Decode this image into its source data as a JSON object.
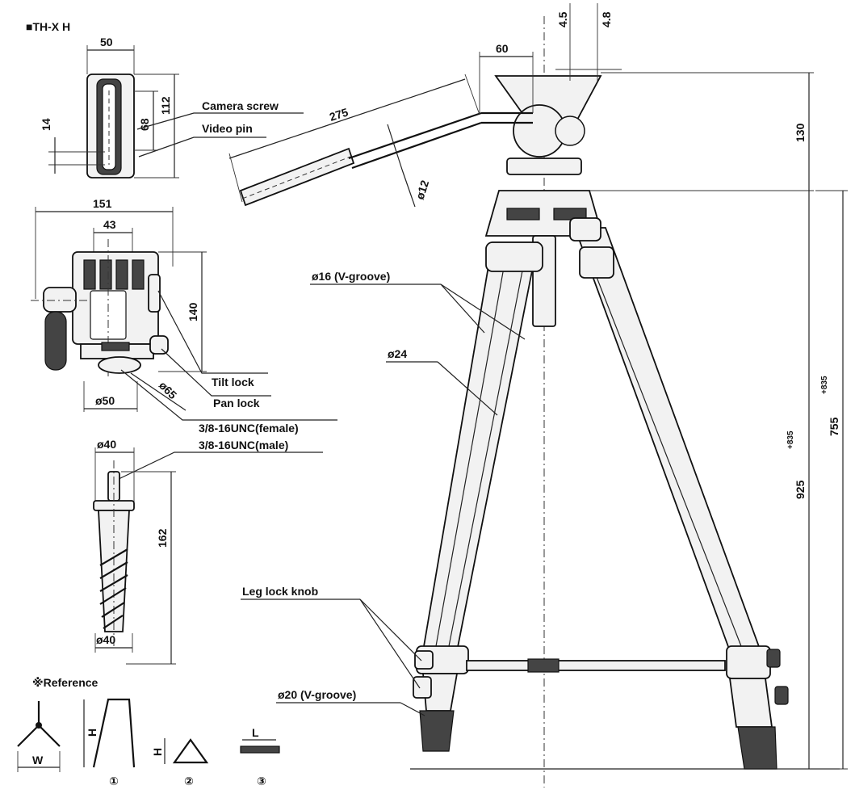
{
  "title": "■TH-X H",
  "top_view": {
    "width": "50",
    "height_outer": "112",
    "height_inner": "68",
    "offset": "14",
    "camera_screw": "Camera screw",
    "video_pin": "Video pin"
  },
  "head_view": {
    "width_total": "151",
    "width_inner": "43",
    "height": "140",
    "base_dia": "ø50",
    "dia_65": "ø65",
    "tilt_lock": "Tilt lock",
    "pan_lock": "Pan lock",
    "thread_female": "3/8-16UNC(female)",
    "thread_male": "3/8-16UNC(male)"
  },
  "adapter_view": {
    "top_dia": "ø40",
    "bottom_dia": "ø40",
    "height": "162"
  },
  "tripod": {
    "handle_length": "275",
    "handle_offset": "60",
    "handle_dia": "ø12",
    "dim_45": "4.5",
    "dim_48": "4.8",
    "head_height": "130",
    "upper_leg": "ø16 (V-groove)",
    "mid_leg": "ø24",
    "lower_leg": "ø20 (V-groove)",
    "leg_lock_knob": "Leg lock knob",
    "height_755": "755",
    "height_755_tol": "+835",
    "height_925": "925",
    "height_925_tol": "+835"
  },
  "reference": {
    "title": "※Reference",
    "w_label": "W",
    "h_label_1": "H",
    "h_label_2": "H",
    "l_label": "L",
    "n1": "①",
    "n2": "②",
    "n3": "③"
  }
}
